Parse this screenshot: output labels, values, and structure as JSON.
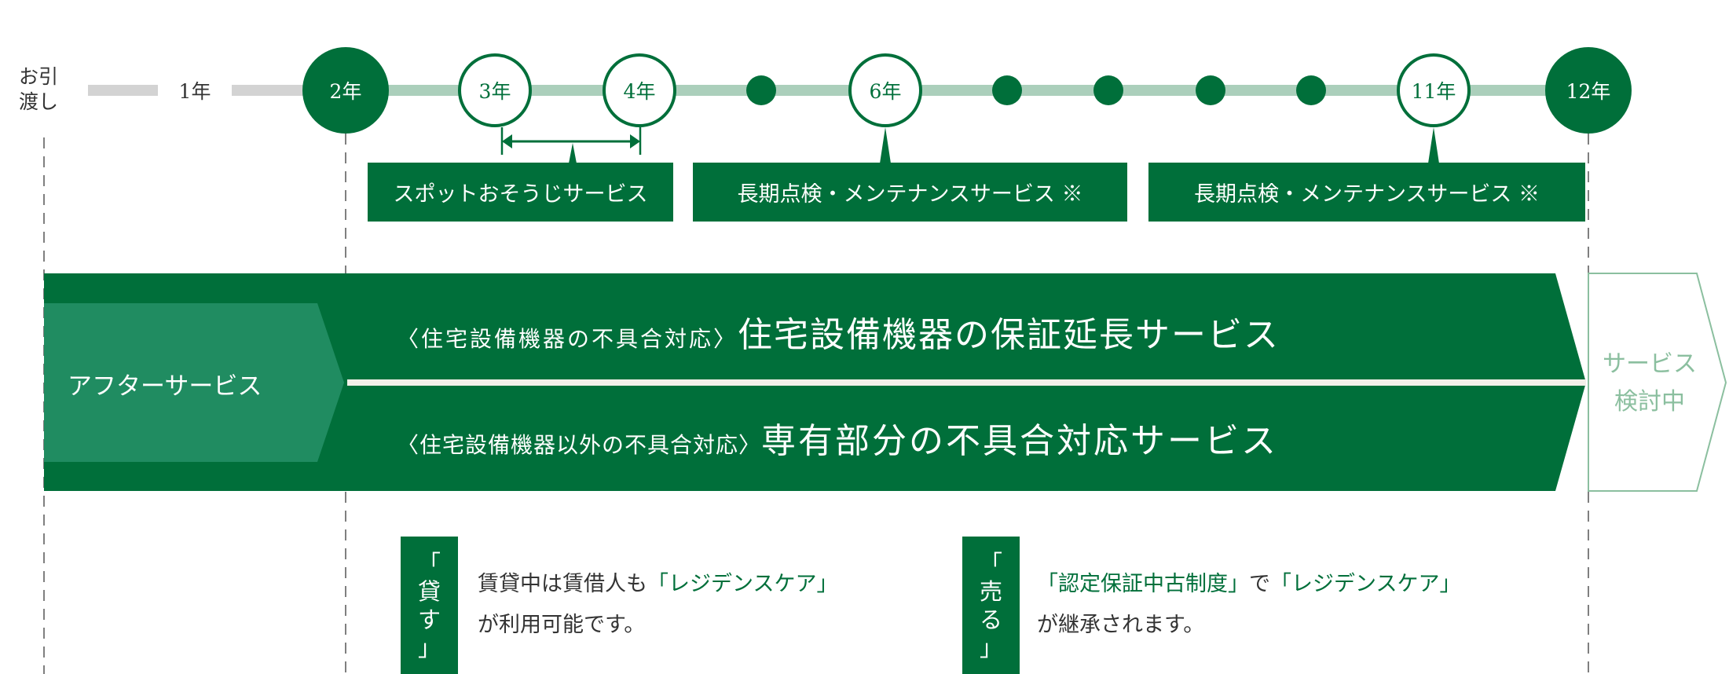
{
  "timeline": {
    "handover": [
      "お引",
      "渡し"
    ],
    "year1": "1年",
    "year2": "2年",
    "year3": "3年",
    "year4": "4年",
    "year6": "6年",
    "year11": "11年",
    "year12": "12年"
  },
  "services": {
    "spot_cleaning": "スポットおそうじサービス",
    "maintenance_6": "長期点検・メンテナンスサービス ※",
    "maintenance_11": "長期点検・メンテナンスサービス ※"
  },
  "band": {
    "tab_label": "アフターサービス",
    "row1_prefix": "〈住宅設備機器の不具合対応〉",
    "row1_title": "住宅設備機器の保証延長サービス",
    "row2_prefix": "〈住宅設備機器以外の不具合対応〉",
    "row2_title": "専有部分の不具合対応サービス",
    "future": [
      "サービス",
      "検討中"
    ]
  },
  "notes": {
    "lend": {
      "label": [
        "「",
        "貸",
        "す",
        "」"
      ],
      "line1_a": "賃貸中は賃借人も",
      "line1_b": "「レジデンスケア」",
      "line2": "が利用可能です。"
    },
    "sell": {
      "label": [
        "「",
        "売",
        "る",
        "」"
      ],
      "line1_a": "「認定保証中古制度」",
      "line1_mid": "で",
      "line1_b": "「レジデンスケア」",
      "line2": "が継承されます。"
    }
  },
  "colors": {
    "dark_green": "#006f3a",
    "mid_green": "#208c61",
    "light_green": "#abcfbb",
    "gray": "#d3d3d3"
  }
}
